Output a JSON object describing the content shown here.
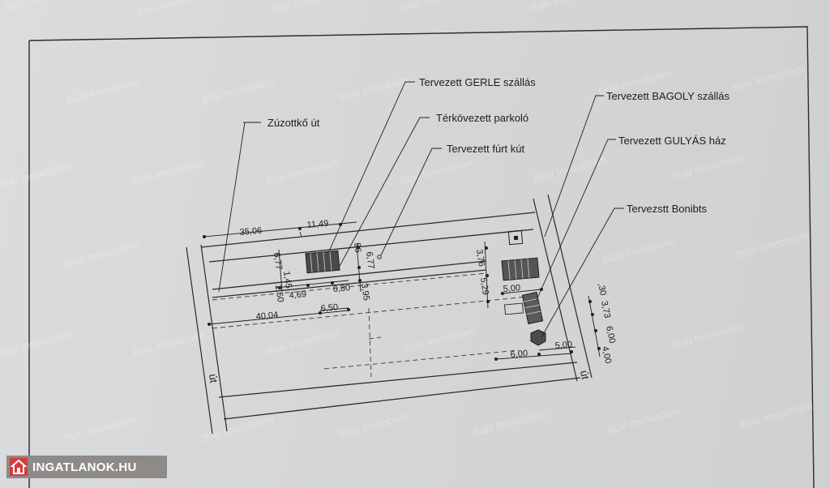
{
  "labels": {
    "zuzottko_ut": "Zúzottkő út",
    "gerle": "Tervezett GERLE szállás",
    "parkolo": "Térkövezett parkoló",
    "kut": "Tervezett fúrt kút",
    "bagoly": "Tervezett BAGOLY szállás",
    "gulyas": "Tervezett GULYÁS ház",
    "bonibts": "Tervezstt Bonibts",
    "ut_left": "út",
    "ut_right": "út"
  },
  "dimensions": {
    "d35_06": "35,06",
    "d11_49": "11,49",
    "d56": "56",
    "d6_77a": "6,77",
    "d6_77b": "6,77",
    "d1_45": "1,45",
    "d2_50": "2,50",
    "d4_69": "4,69",
    "d6_80": "6,80",
    "d3_95": "3,95",
    "d6_50": "6,50",
    "d40_04": "40,04",
    "d3_76": "3,76",
    "d5_29": "5,29",
    "d5_00a": "5,00",
    "d30": ",30",
    "d3_73": "3,73",
    "d6_00a": "6,00",
    "d6_00b": "6,00",
    "d5_00b": "5,00",
    "d4_00": "4,00"
  },
  "watermark": "Büki Immobilien",
  "brand": {
    "name": "INGATLANOK.HU",
    "color": "#d73b3b"
  },
  "colors": {
    "paper": "#d7d8d9",
    "ink": "#1d1d1d"
  }
}
